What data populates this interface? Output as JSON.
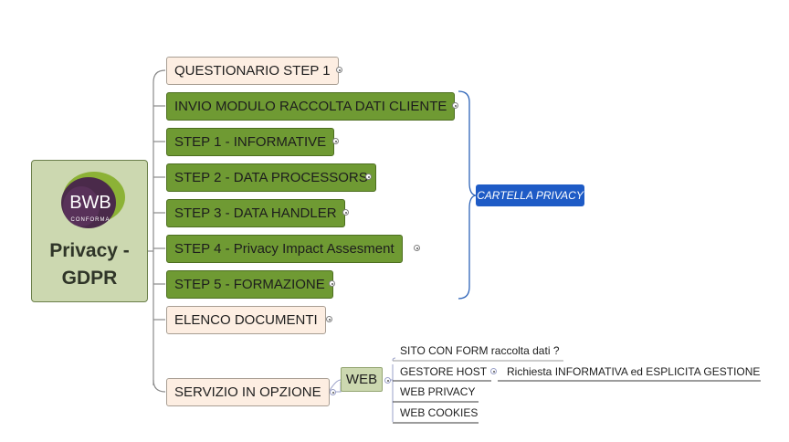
{
  "root": {
    "logo_text": "BWB",
    "logo_subtext": "CONFORMA",
    "title": "Privacy -\nGDPR"
  },
  "branches": [
    {
      "label": "QUESTIONARIO STEP 1"
    },
    {
      "label": "INVIO MODULO RACCOLTA DATI CLIENTE"
    },
    {
      "label": "STEP 1 -  INFORMATIVE"
    },
    {
      "label": "STEP 2 - DATA PROCESSORS"
    },
    {
      "label": "STEP 3 - DATA HANDLER"
    },
    {
      "label": "STEP 4 - Privacy Impact Assesment"
    },
    {
      "label": "STEP 5 - FORMAZIONE"
    },
    {
      "label": "ELENCO DOCUMENTI"
    },
    {
      "label": "SERVIZIO IN OPZIONE"
    }
  ],
  "callout": {
    "label": "CARTELLA PRIVACY"
  },
  "web": {
    "label": "WEB",
    "items": [
      {
        "label": "SITO CON FORM raccolta dati ?"
      },
      {
        "label": "GESTORE HOST"
      },
      {
        "label": "WEB PRIVACY"
      },
      {
        "label": "WEB COOKIES"
      }
    ],
    "gestore_child": {
      "label": "Richiesta INFORMATIVA ed ESPLICITA GESTIONE"
    }
  },
  "colors": {
    "peach": "#fdeee2",
    "green": "#6f9a33",
    "root": "#ccd8b0",
    "callout": "#1e5bc6",
    "bracket": "#2e64b8"
  }
}
